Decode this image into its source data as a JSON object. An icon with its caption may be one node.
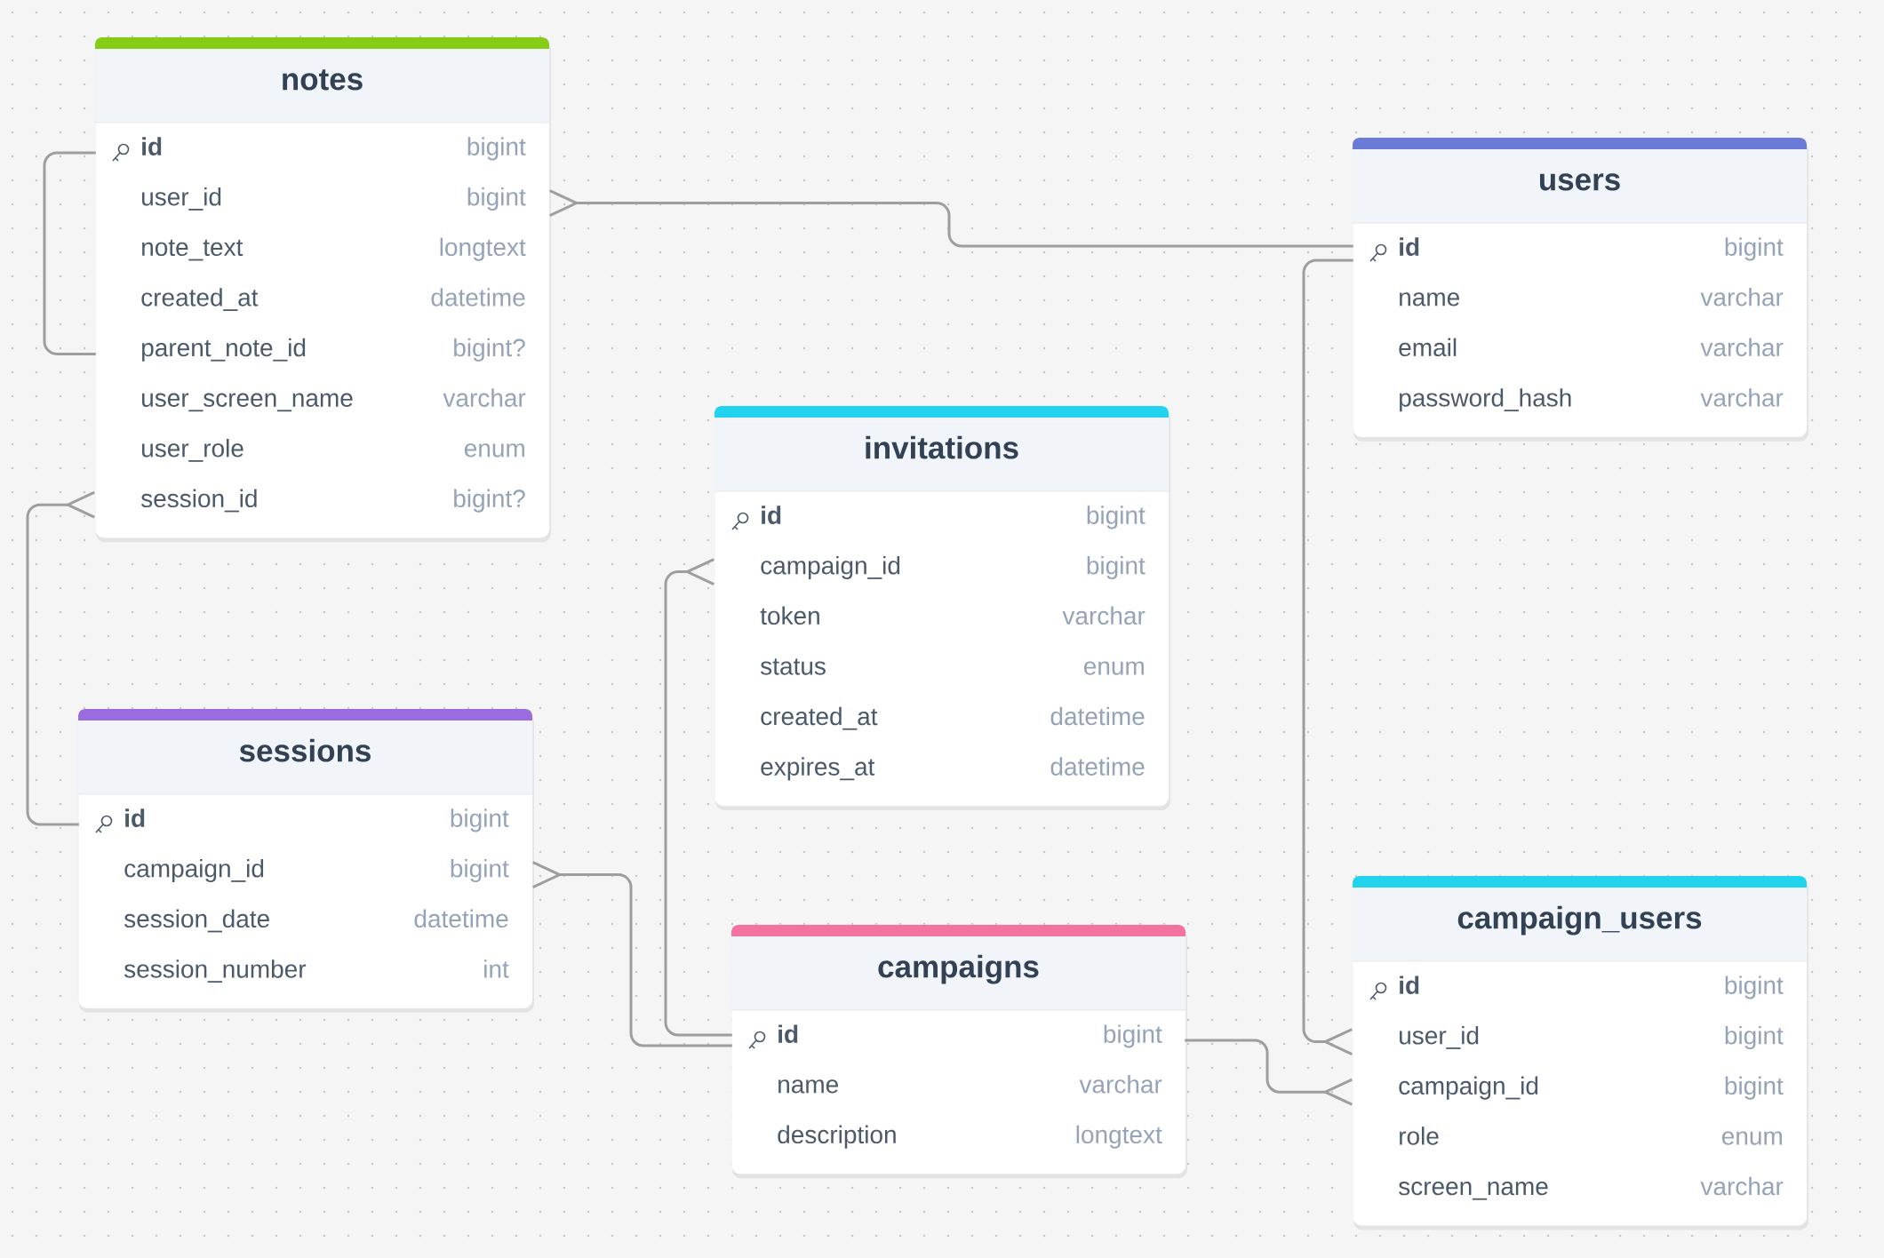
{
  "diagram": {
    "nodes": [
      {
        "text": [
          "notes"
        ]
      },
      {
        "text": [
          "id",
          "bigint"
        ],
        "in": 0
      },
      {
        "text": [
          "user_id",
          "bigint"
        ],
        "in": 0
      },
      {
        "text": [
          "note_text",
          "longtext"
        ],
        "in": 0
      },
      {
        "text": [
          "created_at",
          "datetime"
        ],
        "in": 0
      },
      {
        "text": [
          "parent_note_id",
          "bigint?"
        ],
        "in": 0
      },
      {
        "text": [
          "user_screen_name",
          "varchar"
        ],
        "in": 0
      },
      {
        "text": [
          "user_role",
          "enum"
        ],
        "in": 0
      },
      {
        "text": [
          "session_id",
          "bigint?"
        ],
        "in": 0
      },
      {
        "text": [
          "users"
        ]
      },
      {
        "text": [
          "id",
          "bigint"
        ],
        "in": 9
      },
      {
        "text": [
          "name",
          "varchar"
        ],
        "in": 9
      },
      {
        "text": [
          "email",
          "varchar"
        ],
        "in": 9
      },
      {
        "text": [
          "password_hash",
          "varchar"
        ],
        "in": 9
      },
      {
        "text": [
          "invitations"
        ]
      },
      {
        "text": [
          "id",
          "bigint"
        ],
        "in": 14
      },
      {
        "text": [
          "campaign_id",
          "bigint"
        ],
        "in": 14
      },
      {
        "text": [
          "token",
          "varchar"
        ],
        "in": 14
      },
      {
        "text": [
          "status",
          "enum"
        ],
        "in": 14
      },
      {
        "text": [
          "created_at",
          "datetime"
        ],
        "in": 14
      },
      {
        "text": [
          "expires_at",
          "datetime"
        ],
        "in": 14
      },
      {
        "text": [
          "sessions"
        ]
      },
      {
        "text": [
          "id",
          "bigint"
        ],
        "in": 21
      },
      {
        "text": [
          "campaign_id",
          "bigint"
        ],
        "in": 21
      },
      {
        "text": [
          "session_date",
          "datetime"
        ],
        "in": 21
      },
      {
        "text": [
          "session_number",
          "int"
        ],
        "in": 21
      },
      {
        "text": [
          "campaigns"
        ]
      },
      {
        "text": [
          "id",
          "bigint"
        ],
        "in": 26
      },
      {
        "text": [
          "name",
          "varchar"
        ],
        "in": 26
      },
      {
        "text": [
          "description",
          "longtext"
        ],
        "in": 26
      },
      {
        "text": [
          "campaign_users"
        ]
      },
      {
        "text": [
          "id",
          "bigint"
        ],
        "in": 30
      },
      {
        "text": [
          "user_id",
          "bigint"
        ],
        "in": 30
      },
      {
        "text": [
          "campaign_id",
          "bigint"
        ],
        "in": 30
      },
      {
        "text": [
          "role",
          "enum"
        ],
        "in": 30
      },
      {
        "text": [
          "screen_name",
          "varchar"
        ],
        "in": 30
      }
    ],
    "edges": [
      {
        "from": 10,
        "to": 2,
        "arrow": "other"
      },
      {
        "from": 1,
        "to": 5,
        "arrow": "none"
      },
      {
        "from": 22,
        "to": 8,
        "arrow": "other"
      },
      {
        "from": 27,
        "to": 16,
        "arrow": "other"
      },
      {
        "from": 27,
        "to": 23,
        "arrow": "other"
      },
      {
        "from": 10,
        "to": 32,
        "arrow": "other"
      },
      {
        "from": 27,
        "to": 33,
        "arrow": "other"
      }
    ]
  }
}
